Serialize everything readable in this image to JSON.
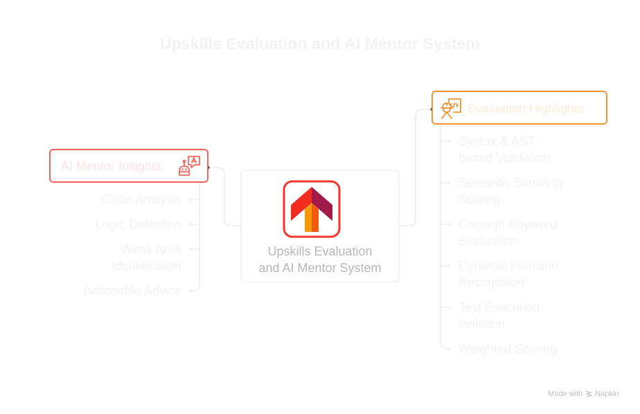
{
  "title": "Upskills Evaluation and AI Mentor System",
  "center": {
    "label_line1": "Upskills Evaluation",
    "label_line2": "and AI Mentor System",
    "icon": "upward-arrow-logo-icon"
  },
  "left_branch": {
    "label": "AI Mentor Insights",
    "icon": "robot-chat-icon",
    "accent_color": "#f2645c",
    "items": [
      {
        "line1": "Code Analysis",
        "line2": ""
      },
      {
        "line1": "Logic Detection",
        "line2": ""
      },
      {
        "line1": "Weak Area",
        "line2": "Identification"
      },
      {
        "line1": "Actionable Advice",
        "line2": ""
      }
    ]
  },
  "right_branch": {
    "label": "Evaluation Highlights",
    "icon": "developer-code-icon",
    "accent_color": "#f39230",
    "items": [
      {
        "line1": "Syntax & AST-",
        "line2": "based Validation"
      },
      {
        "line1": "Semantic Similarity",
        "line2": "Scoring"
      },
      {
        "line1": "Concept Keyword",
        "line2": "Evaluation"
      },
      {
        "line1": "Dynamic Function",
        "line2": "Recognition"
      },
      {
        "line1": "Test Execution",
        "line2": "Isolation"
      },
      {
        "line1": "Weighted Scoring",
        "line2": ""
      }
    ]
  },
  "footer": {
    "text_made_with": "Made with",
    "brand": "Napkin",
    "icon": "napkin-logo-icon"
  }
}
